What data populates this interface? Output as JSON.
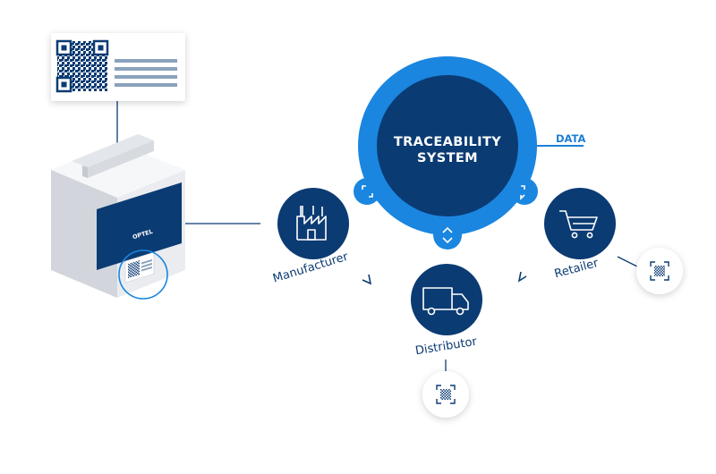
{
  "system": {
    "title_line1": "TRACEABILITY",
    "title_line2": "SYSTEM",
    "data_label": "DATA"
  },
  "nodes": {
    "manufacturer": "Manufacturer",
    "distributor": "Distributor",
    "retailer": "Retailer"
  },
  "box": {
    "brand": "OPTEL"
  },
  "icons": {
    "manufacturer": "factory-icon",
    "distributor": "truck-icon",
    "retailer": "shopping-cart-icon",
    "scan": "qr-scan-icon",
    "label": "qr-code-icon",
    "expand": "expand-icon",
    "toggle": "chevron-up-down-icon"
  },
  "colors": {
    "navy": "#0b3b73",
    "blue": "#1a86e0",
    "accent": "#1e7fd4",
    "box_light": "#eef0f3",
    "label_lines": "#8aa2bd"
  }
}
